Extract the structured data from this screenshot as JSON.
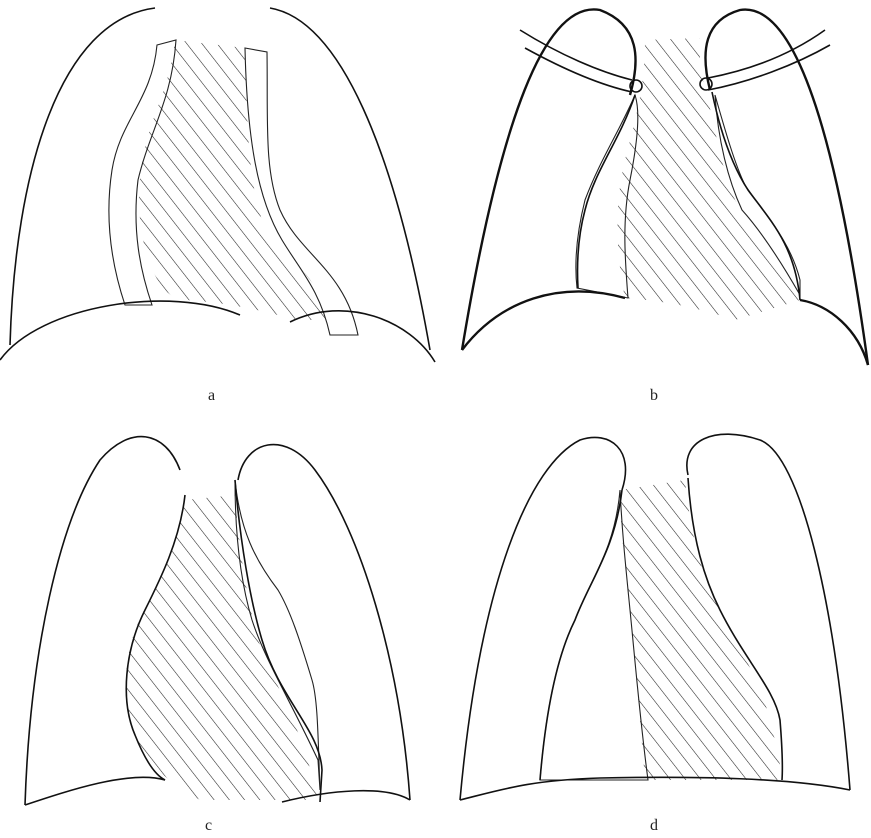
{
  "figure": {
    "panels": [
      {
        "id": "a",
        "caption": "a"
      },
      {
        "id": "b",
        "caption": "b"
      },
      {
        "id": "c",
        "caption": "c"
      },
      {
        "id": "d",
        "caption": "d"
      }
    ],
    "colors": {
      "ink": "#111111",
      "background": "#ffffff"
    }
  }
}
